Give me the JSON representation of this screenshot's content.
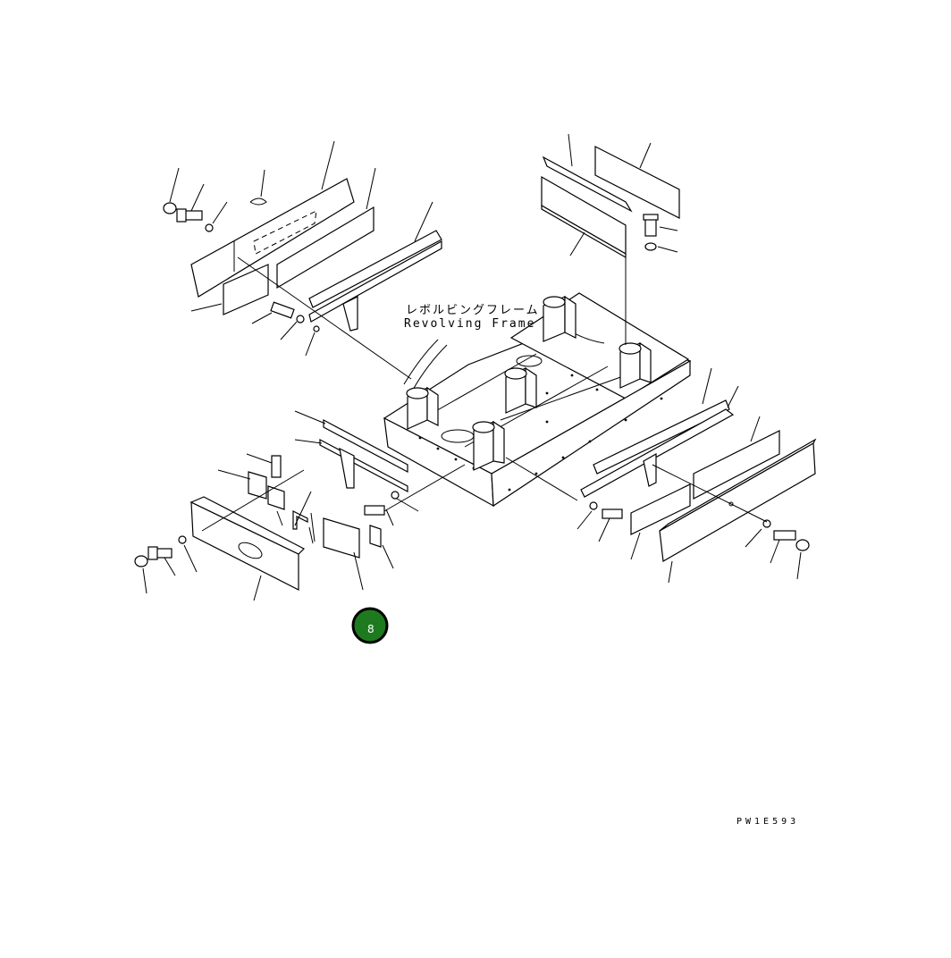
{
  "frame_label": {
    "japanese": "レボルビングフレーム",
    "english": "Revolving Frame"
  },
  "drawing_code": "PW1E593",
  "marker": {
    "label": "8",
    "fill_color": "#1e7a1e",
    "ring_color": "#000000"
  }
}
